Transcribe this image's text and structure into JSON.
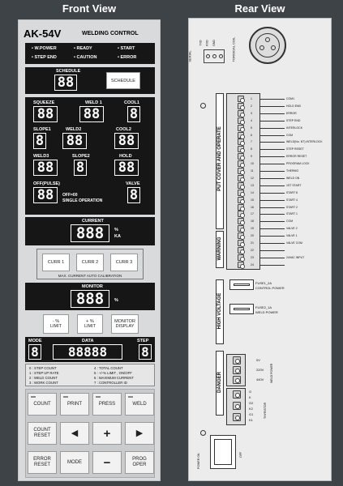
{
  "titles": {
    "front": "Front View",
    "rear": "Rear View"
  },
  "front": {
    "model": "AK-54V",
    "subtitle": "WELDING CONTROL",
    "status": [
      "W.POWER",
      "READY",
      "START",
      "STEP END",
      "CAUTION",
      "ERROR"
    ],
    "schedule": {
      "label": "SCHEDULE",
      "value": "88",
      "button": "SCHEDULE"
    },
    "params": {
      "squeeze": {
        "label": "SQUEEZE",
        "value": "88"
      },
      "weld1": {
        "label": "WELD 1",
        "value": "88"
      },
      "cool1": {
        "label": "COOL1",
        "value": "8"
      },
      "slope1": {
        "label": "SLOPE1",
        "value": "8"
      },
      "weld2": {
        "label": "WELD2",
        "value": "88"
      },
      "cool2": {
        "label": "COOL2",
        "value": "88"
      },
      "weld3": {
        "label": "WELD3",
        "value": "88"
      },
      "slope2": {
        "label": "SLOPE2",
        "value": "8"
      },
      "hold": {
        "label": "HOLD",
        "value": "88"
      },
      "off": {
        "label": "OFF(PULSE)",
        "value": "88",
        "note1": "OFF=00",
        "note2": "SINGLE OPERATION"
      },
      "valve": {
        "label": "VALVE",
        "value": "8"
      }
    },
    "current": {
      "label": "CURRENT",
      "value": "888",
      "unit1": "%",
      "unit2": "KA"
    },
    "calibration": {
      "buttons": [
        "CURR 1",
        "CURR 2",
        "CURR 3"
      ],
      "caption": "MAX. CURRENT AUTO CALIBRATION"
    },
    "monitor": {
      "label": "MONITOR",
      "value": "888",
      "unit": "%"
    },
    "limits": {
      "lower_sign": "-",
      "lower_unit": "%",
      "lower_label": "LIMIT",
      "upper_sign": "+",
      "upper_unit": "%",
      "upper_label": "LIMIT",
      "display_btn1": "MONITOR",
      "display_btn2": "DISPLAY"
    },
    "mode_row": {
      "mode_label": "MODE",
      "mode_value": "8",
      "data_label": "DATA",
      "data_value": "88888",
      "step_label": "STEP",
      "step_value": "8"
    },
    "mode_list": [
      "0 : STEP COUNT",
      "1 : STEP UP RATE",
      "2 : WELD COUNT",
      "3 : WORK COUNT",
      "4 : TOTAL COUNT",
      "5 : +/-% LIMIT , ON/OFF",
      "6 : MAXIMUM CURRENT",
      "7 : CONTROLLER ID"
    ],
    "keys": {
      "count": "COUNT",
      "print": "PRINT",
      "press": "PRESS",
      "weld": "WELD",
      "count_reset1": "COUNT",
      "count_reset2": "RESET",
      "left": "◀",
      "plus": "+",
      "right": "▶",
      "error_reset1": "ERROR",
      "error_reset2": "RESET",
      "mode": "MODE",
      "minus": "−",
      "prog1": "PROG",
      "prog2": "OPER"
    }
  },
  "rear": {
    "serial": "SERIAL",
    "pins": [
      "TXD",
      "RXD",
      "GND"
    ],
    "toroidal": "TOROIDAL COIL",
    "section_top": "PUT COVER AND OPERATE",
    "section_warning": "WARNING",
    "section_hv": "HIGH VOLTAGE",
    "section_danger": "DANGER",
    "terminals": [
      "1",
      "2",
      "3",
      "4",
      "5",
      "6",
      "7",
      "8",
      "9",
      "10",
      "11",
      "12",
      "13",
      "14",
      "15",
      "16",
      "17",
      "18",
      "19",
      "20",
      "21",
      "22",
      "23",
      "24"
    ],
    "signals": [
      "COM1",
      "HOLD END",
      "ERROR",
      "STEP END",
      "INTERLOCK",
      "COM",
      "WELD(No. NT) INTERLOCK",
      "STEP RESET",
      "ERROR RESET",
      "PROGRAM LOCK",
      "THERMO",
      "WELD ON",
      "1ST START",
      "START 8",
      "START 4",
      "START 2",
      "START 1",
      "COM",
      "VALVE 2",
      "VALVE 1",
      "VALVE COM",
      "",
      "24VAC INPUT",
      ""
    ],
    "fuse1": {
      "name": "FUSE1_2A",
      "desc": "CONTROL POWER"
    },
    "fuse2": {
      "name": "FUSE2_1A",
      "desc": "WELD POWER"
    },
    "power_terms": [
      "G",
      "K",
      "G2",
      "K2",
      "G1",
      "K1"
    ],
    "voltages": [
      "0V",
      "220V",
      "440V"
    ],
    "weld_power": "WELD POWER",
    "thyristor": "THYRISTOR",
    "power_on": "POWER ON",
    "off": "OFF"
  }
}
